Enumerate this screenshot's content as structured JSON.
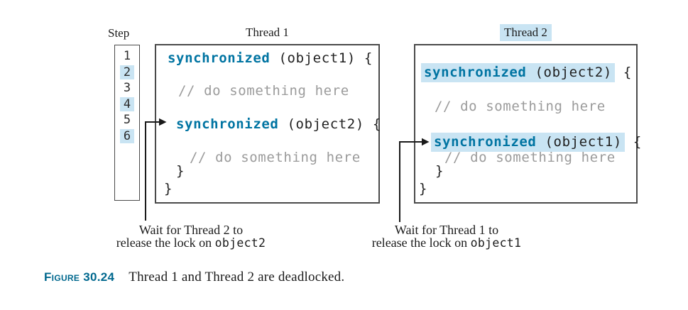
{
  "colors": {
    "keyword": "#0074a2",
    "accent": "#00688e",
    "highlight": "#c9e4f3",
    "comment": "#9b9b9b",
    "code": "#1f1f1f",
    "border": "#4a4a4a",
    "ink": "#1a1a1a"
  },
  "step_panel": {
    "label": "Step",
    "steps": [
      {
        "n": "1",
        "highlighted": false
      },
      {
        "n": "2",
        "highlighted": true
      },
      {
        "n": "3",
        "highlighted": false
      },
      {
        "n": "4",
        "highlighted": true
      },
      {
        "n": "5",
        "highlighted": false
      },
      {
        "n": "6",
        "highlighted": true
      }
    ]
  },
  "thread1": {
    "title": "Thread 1",
    "lines": {
      "l1_keyword": "synchronized",
      "l1_rest": " (object1) {",
      "l2_comment": "// do something here",
      "l3_keyword": "synchronized",
      "l3_rest": " (object2) {",
      "l4_comment": "// do something here",
      "l5": "}",
      "l6": "}"
    }
  },
  "thread2": {
    "title": "Thread 2",
    "lines": {
      "l1_keyword": "synchronized",
      "l1_rest": " (object2)",
      "l1_tail": " {",
      "l2_comment": "// do something here",
      "l3_keyword": "synchronized",
      "l3_rest": " (object1)",
      "l3_tail": " {",
      "l4_comment": "// do something here",
      "l5": "}",
      "l6": "}"
    }
  },
  "annotations": {
    "wait1_line1": "Wait for Thread 2 to",
    "wait1_line2_prefix": "release the lock on ",
    "wait1_line2_code": "object2",
    "wait2_line1": "Wait for Thread 1 to",
    "wait2_line2_prefix": "release the lock on ",
    "wait2_line2_code": "object1"
  },
  "figure": {
    "label": "Figure 30.24",
    "caption": "Thread 1 and Thread 2 are deadlocked."
  }
}
